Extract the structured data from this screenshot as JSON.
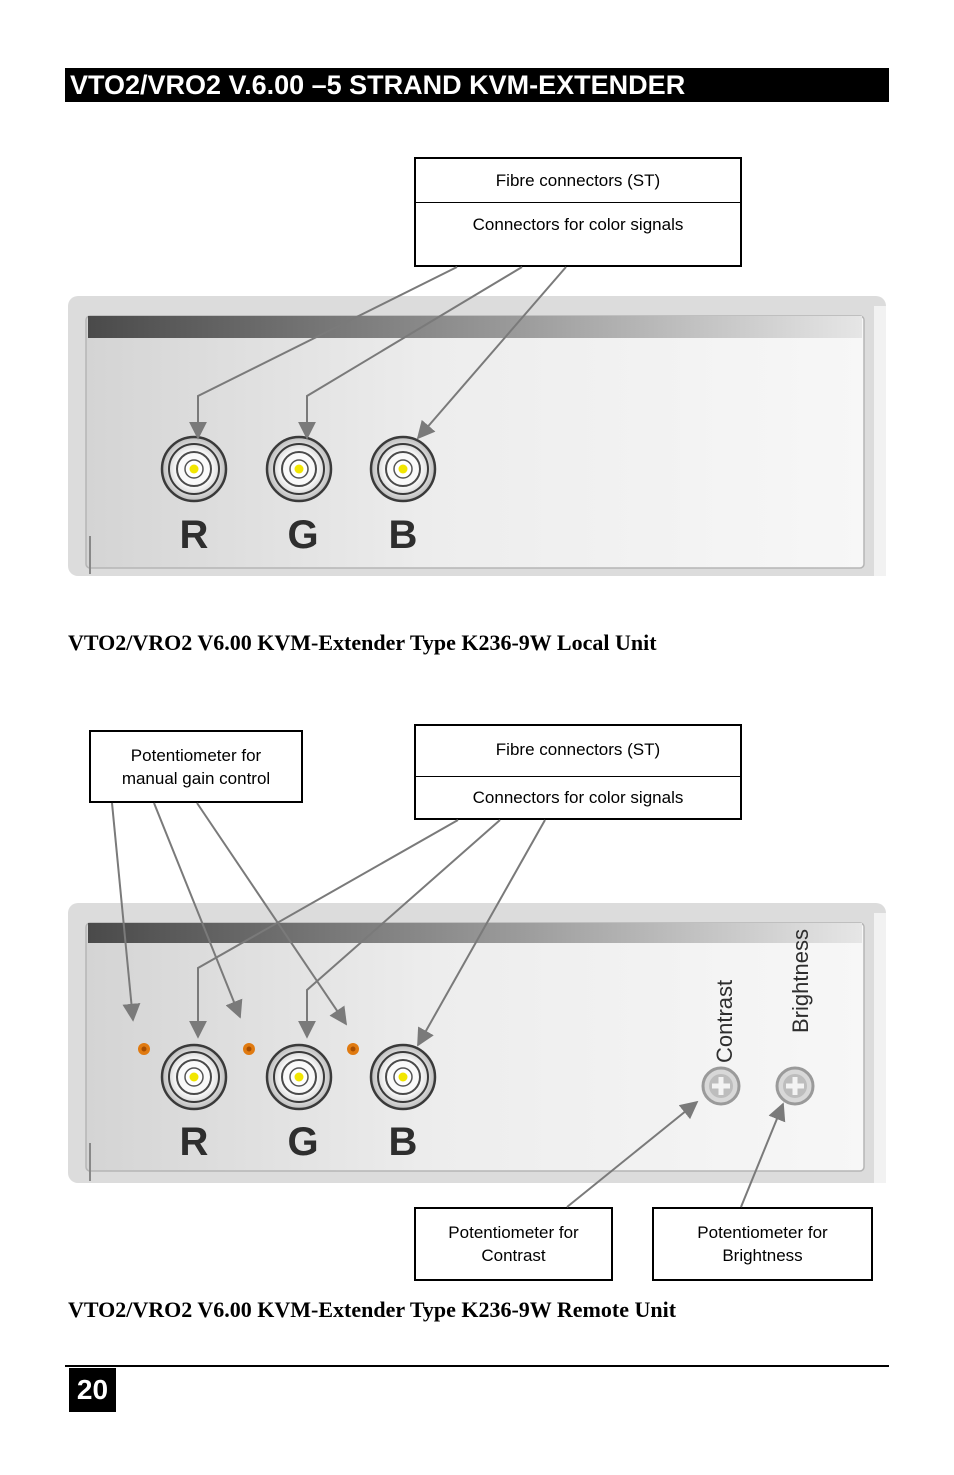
{
  "header": {
    "title": "VTO2/VRO2 V.6.00 –5 STRAND KVM-EXTENDER"
  },
  "local_unit": {
    "callout_fibre": "Fibre connectors (ST)",
    "callout_color": "Connectors for color signals",
    "connector_labels": [
      "R",
      "G",
      "B"
    ],
    "caption": "VTO2/VRO2 V6.00 KVM-Extender Type K236-9W Local Unit"
  },
  "remote_unit": {
    "callout_gain_line1": "Potentiometer for",
    "callout_gain_line2": "manual gain control",
    "callout_fibre": "Fibre connectors (ST)",
    "callout_color": "Connectors for color signals",
    "connector_labels": [
      "R",
      "G",
      "B"
    ],
    "knob_contrast_label": "Contrast",
    "knob_brightness_label": "Brightness",
    "callout_contrast_line1": "Potentiometer for",
    "callout_contrast_line2": "Contrast",
    "callout_brightness_line1": "Potentiometer for",
    "callout_brightness_line2": "Brightness",
    "caption": "VTO2/VRO2 V6.00 KVM-Extender Type K236-9W Remote Unit"
  },
  "footer": {
    "page_number": "20"
  }
}
